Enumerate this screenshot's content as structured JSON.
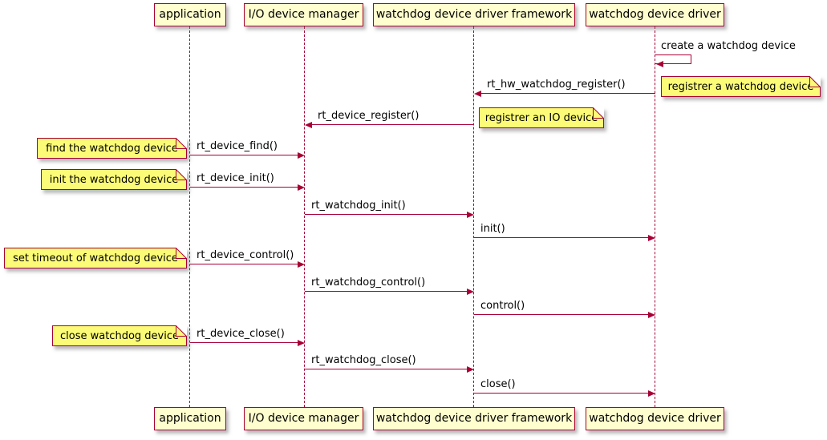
{
  "diagram": {
    "type": "sequence",
    "colors": {
      "border": "#A80036",
      "arrow": "#A80036",
      "participant_fill": "#FEFECE",
      "note_fill": "#FBFB77",
      "background": "#FFFFFF",
      "text": "#000000"
    },
    "participants": [
      {
        "label": "application"
      },
      {
        "label": "I/O device manager"
      },
      {
        "label": "watchdog device driver framework"
      },
      {
        "label": "watchdog device driver"
      }
    ],
    "messages": [
      {
        "label": "create a watchdog device",
        "from": "watchdog device driver",
        "to": "watchdog device driver",
        "kind": "self"
      },
      {
        "label": "rt_hw_watchdog_register()",
        "from": "watchdog device driver",
        "to": "watchdog device driver framework",
        "kind": "arrow"
      },
      {
        "label": "rt_device_register()",
        "from": "watchdog device driver framework",
        "to": "I/O device manager",
        "kind": "arrow"
      },
      {
        "label": "rt_device_find()",
        "from": "application",
        "to": "I/O device manager",
        "kind": "arrow"
      },
      {
        "label": "rt_device_init()",
        "from": "application",
        "to": "I/O device manager",
        "kind": "arrow"
      },
      {
        "label": "rt_watchdog_init()",
        "from": "I/O device manager",
        "to": "watchdog device driver framework",
        "kind": "arrow"
      },
      {
        "label": "init()",
        "from": "watchdog device driver framework",
        "to": "watchdog device driver",
        "kind": "arrow"
      },
      {
        "label": "rt_device_control()",
        "from": "application",
        "to": "I/O device manager",
        "kind": "arrow"
      },
      {
        "label": "rt_watchdog_control()",
        "from": "I/O device manager",
        "to": "watchdog device driver framework",
        "kind": "arrow"
      },
      {
        "label": "control()",
        "from": "watchdog device driver framework",
        "to": "watchdog device driver",
        "kind": "arrow"
      },
      {
        "label": "rt_device_close()",
        "from": "application",
        "to": "I/O device manager",
        "kind": "arrow"
      },
      {
        "label": "rt_watchdog_close()",
        "from": "I/O device manager",
        "to": "watchdog device driver framework",
        "kind": "arrow"
      },
      {
        "label": "close()",
        "from": "watchdog device driver framework",
        "to": "watchdog device driver",
        "kind": "arrow"
      }
    ],
    "notes": [
      {
        "label": "registrer a watchdog device",
        "position": "right of watchdog device driver"
      },
      {
        "label": "registrer an IO device",
        "position": "right of watchdog device driver framework"
      },
      {
        "label": "find the watchdog device",
        "position": "left of application"
      },
      {
        "label": "init the watchdog device",
        "position": "left of application"
      },
      {
        "label": "set timeout of watchdog device",
        "position": "left of application"
      },
      {
        "label": "close watchdog device",
        "position": "left of application"
      }
    ]
  }
}
